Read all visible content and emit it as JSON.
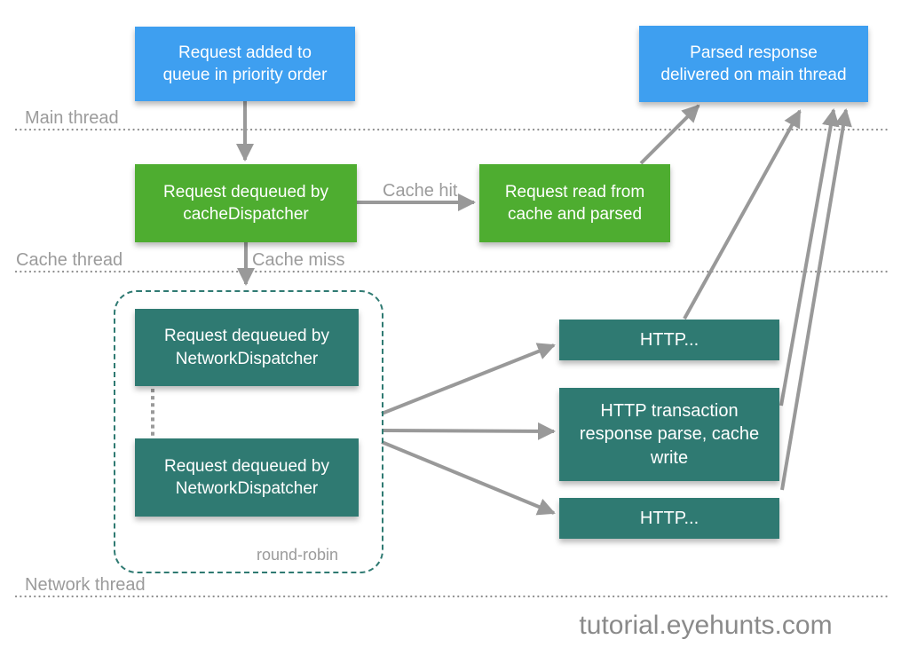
{
  "colors": {
    "blue": "#3E9FF0",
    "green": "#4EAD30",
    "teal": "#2F7A72",
    "gray-line": "#999999",
    "gray-text": "#9B9B9B"
  },
  "nodes": {
    "request_added": "Request added to\nqueue in priority order",
    "parsed_response": "Parsed response\ndelivered on main thread",
    "cache_dispatcher": "Request dequeued by\ncacheDispatcher",
    "cache_read": "Request read from\ncache and parsed",
    "network_dispatcher_1": "Request dequeued by\nNetworkDispatcher",
    "network_dispatcher_2": "Request dequeued by\nNetworkDispatcher",
    "http_1": "HTTP...",
    "http_transaction": "HTTP transaction\nresponse parse, cache\nwrite",
    "http_2": "HTTP..."
  },
  "edge_labels": {
    "cache_hit": "Cache hit",
    "cache_miss": "Cache miss"
  },
  "lane_labels": {
    "main_thread": "Main thread",
    "cache_thread": "Cache thread",
    "network_thread": "Network thread"
  },
  "container_label": "round-robin",
  "watermark": "tutorial.eyehunts.com"
}
